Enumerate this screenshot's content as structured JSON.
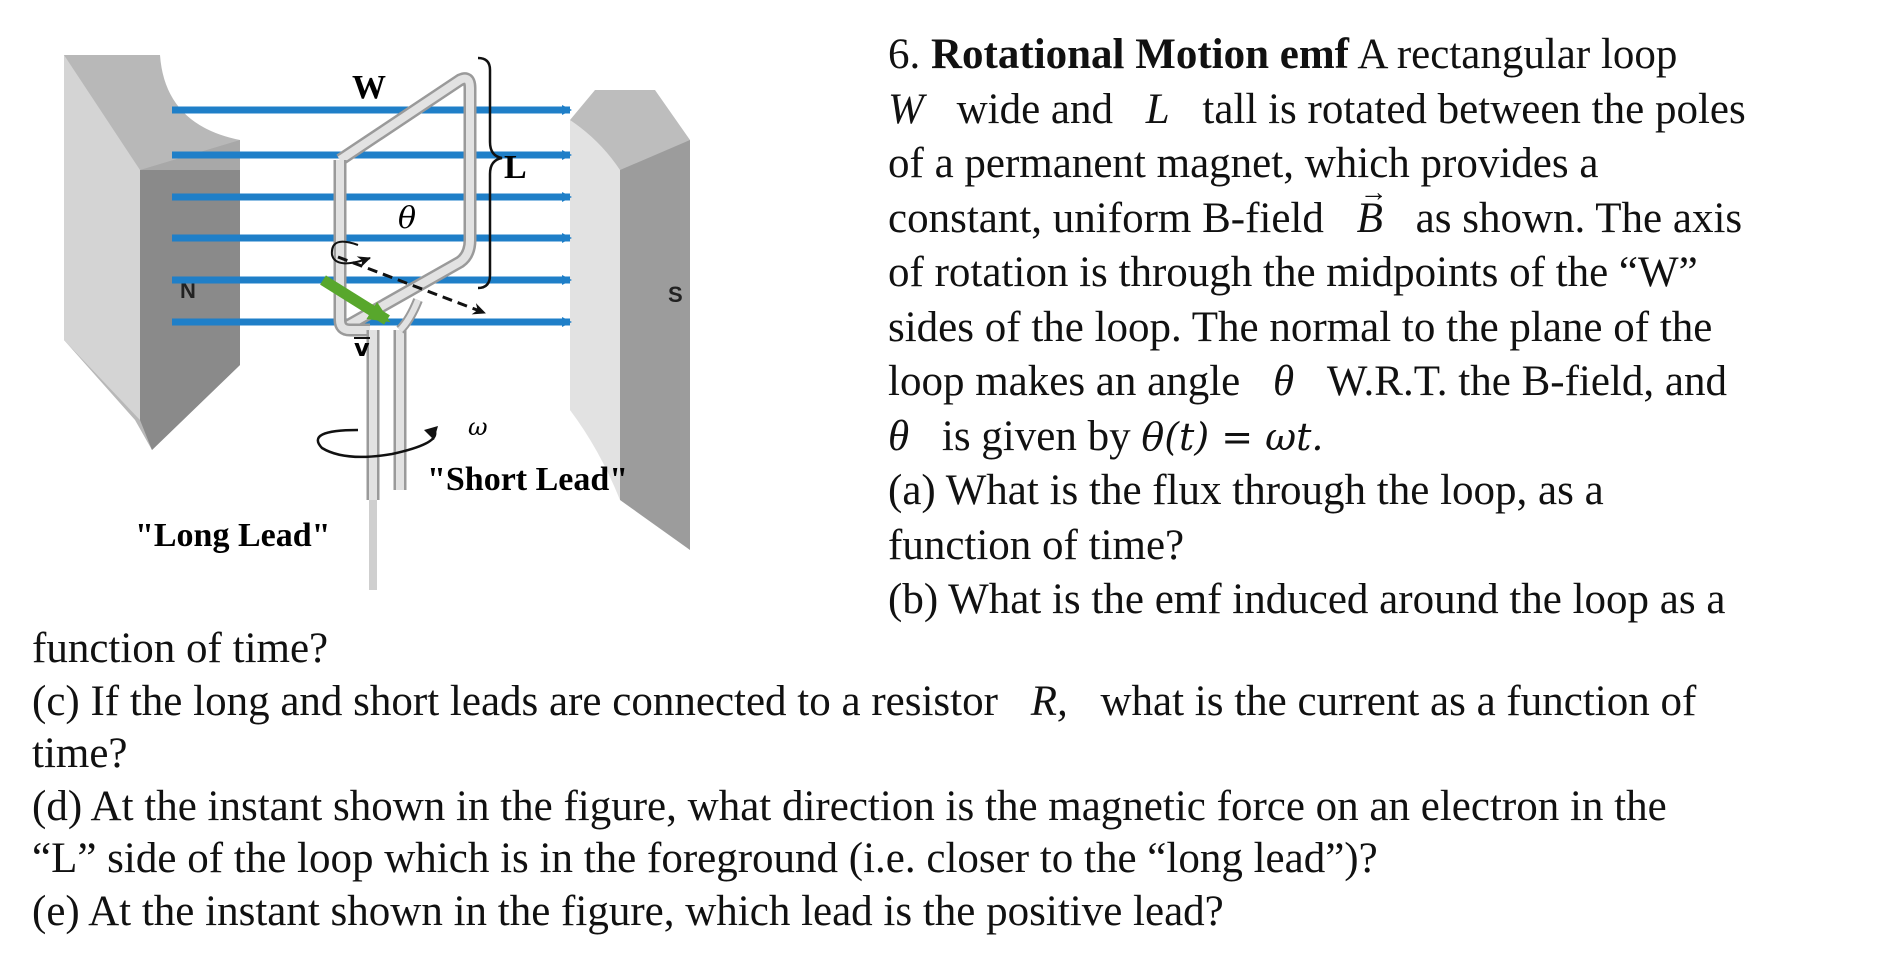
{
  "figure": {
    "pole_north": "N",
    "pole_south": "S",
    "label_width": "W",
    "label_length": "L",
    "label_theta": "θ",
    "label_velocity": "v",
    "label_omega": "ω",
    "label_short_lead": "\"Short Lead\"",
    "label_long_lead": "\"Long Lead\"",
    "colors": {
      "field_lines": "#1f7fc8",
      "magnet_face": "#8a8a8a",
      "magnet_side": "#c8c8c8",
      "velocity_arrow": "#58a72c",
      "loop": "#d8d8d8"
    }
  },
  "problem": {
    "number": "6.",
    "title": "Rotational Motion emf",
    "intro_1": "A rectangular loop",
    "sym_W": "W",
    "intro_2": "wide and",
    "sym_L": "L",
    "intro_3": "tall is rotated between the poles",
    "intro_4": "of a permanent magnet, which provides a",
    "intro_5": "constant, uniform B-field",
    "sym_B": "B",
    "intro_6": "as shown.  The axis",
    "intro_7": "of rotation is through the midpoints of the “W”",
    "intro_8": "sides of the loop.  The normal to the plane of the",
    "intro_9": "loop makes an angle",
    "sym_theta": "θ",
    "intro_10": "W.R.T. the B-field, and",
    "intro_11": "is given by",
    "equation": "θ(t) = ωt.",
    "part_a_1": "(a)  What is the flux through the loop, as a",
    "part_a_2": "function of time?",
    "part_b_1": "(b)  What is the emf induced around the loop as a",
    "part_b_2": "function of time?",
    "part_c_1": "(c)  If the long and short leads are connected to a resistor",
    "sym_R": "R,",
    "part_c_2": "what is the current as a function of",
    "part_c_3": "time?",
    "part_d_1": "(d)  At the instant shown in the figure, what direction is the magnetic force on an electron in the",
    "part_d_2": "“L” side of the loop which is in the foreground (i.e. closer to the “long lead”)?",
    "part_e_1": "(e)  At the instant shown in the figure, which lead is the positive lead?"
  }
}
